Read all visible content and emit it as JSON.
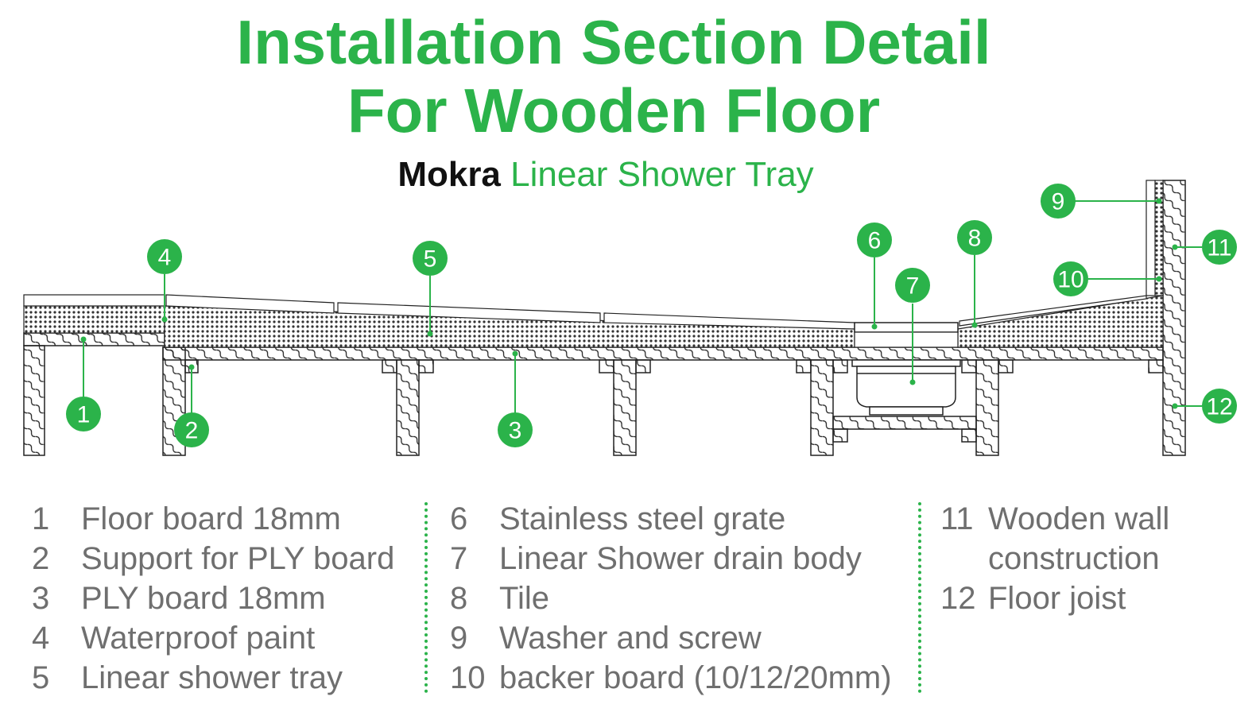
{
  "title": {
    "line1": "Installation Section Detail",
    "line2": "For Wooden Floor"
  },
  "subtitle": {
    "brand": "Mokra",
    "product": "Linear Shower Tray"
  },
  "colors": {
    "accent": "#2bb34a",
    "text_gray": "#6f6f6f",
    "line": "#222222"
  },
  "callouts": [
    "1",
    "2",
    "3",
    "4",
    "5",
    "6",
    "7",
    "8",
    "9",
    "10",
    "11",
    "12"
  ],
  "legend": {
    "col1": [
      {
        "num": "1",
        "text": "Floor board 18mm"
      },
      {
        "num": "2",
        "text": "Support for PLY board"
      },
      {
        "num": "3",
        "text": "PLY board 18mm"
      },
      {
        "num": "4",
        "text": "Waterproof paint"
      },
      {
        "num": "5",
        "text": "Linear shower tray"
      }
    ],
    "col2": [
      {
        "num": "6",
        "text": "Stainless steel grate"
      },
      {
        "num": "7",
        "text": "Linear Shower drain body"
      },
      {
        "num": "8",
        "text": "Tile"
      },
      {
        "num": "9",
        "text": "Washer and screw"
      },
      {
        "num": "10",
        "text": "backer board (10/12/20mm)"
      }
    ],
    "col3": [
      {
        "num": "11",
        "text": "Wooden wall construction"
      },
      {
        "num": "12",
        "text": "Floor joist"
      }
    ]
  }
}
